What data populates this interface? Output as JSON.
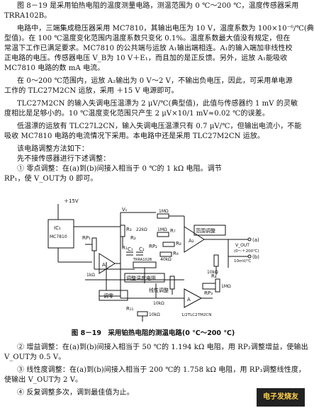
{
  "paragraphs": [
    "图 8－19 是采用铂热电阻的温度测量电路，测温范围为 0 ℃～200 ℃，温度传感器采用",
    "TRRA102B。",
    "电路中，三端集成稳压器采用 MC7810，其输出电压为 10 V，温度系数为 100×10⁻⁶/℃(典",
    "型值)。在 100 ℃温度变化范围内温度系数只变化 0.1%。温度系数最大值没有规定，但在",
    "常温下工作已满足要求。MC7810 的公共端与运放 A₁输出端相连。A₁的输入端加非线性校",
    "正电路的电压。传感器电压 V_B为 10 V＋E₁，而且加的是正反馈。另外，运放 A₁能吸收",
    "MC7810 电路的数 mA 电流。",
    "在 0～200 ℃范围内，运放 A₂输出为 0 V～2 V，不输出负电压，因此，可采用单电源",
    "工作的 TLC27M2CN 运放，采用 ＋15 V 电源即可。",
    "TLC27M2CN 的输入失调电压温漂为 2 μV/℃(典型值)，此值与传感器约 1 mV 的灵敏",
    "度相比是足够小的。10 ℃温度变化范围只产生 2 μV×10/1 mV≈0.02 ℃的误差。",
    "低温漂的运放有 TLC27L2CN，输入失调电压温漂只有 0.7 μV/℃，但输出电流小，不能",
    "吸收 MC7810 电路的电流情况下采用。本电路中还是采用 TLC27M2CN 运放。",
    "该电路调整方法如下：",
    "先不接传感器进行下述调整：",
    "① 零点调整：在(a)到(b)间接入相当于 0 ℃的 1 kΩ 电阻。调节",
    "RP₁，使 V_OUT为 0 即可。"
  ],
  "paragraphs_after": [
    "② 增益调整：在(a)到(b)间接入相当于 50 ℃的 1.194 kΩ 电阻，用 RP₂调整增益，使输出",
    "V_OUT为 0.5 V。",
    "③ 线性度调整：在(a)到(b)间接入相当于 200 ℃的 1.758 kΩ 电阻，用 RP₃调整线性度，",
    "使输出 V_OUT为 2 V。",
    "④ 反复调整多次，调到最佳值为止。"
  ],
  "figure": {
    "caption": "图 8－19　采用铂热电阻的测温电路(0 ℃～200 ℃)",
    "labels": {
      "supply": "＋15V",
      "ic": "IC₁",
      "ic_part": "MC7810",
      "vs": "Vₛ",
      "r3": "R₃",
      "r3v": "22kΩ",
      "r1": "R₁",
      "r2": "R₂",
      "rp1": "RP₁",
      "c1": "C₁",
      "c2": "C₂",
      "r1v": "1kΩ",
      "a1": "A₁",
      "a2": "A₂",
      "sensor": "TRRA102B",
      "r5": "1MΩ",
      "r6": "1MΩ",
      "r7": "R₇",
      "r8": "R₈",
      "r9": "R₉",
      "rp2": "RP₂",
      "r9v": "40kΩ",
      "r10": "10kΩ",
      "range": "范围调整",
      "out1": "V_OUT",
      "out2": "(0～＋200℃)",
      "out3": "10mV/℃",
      "temp": "调整温度电阻",
      "lin": "线性调整",
      "zero": "调零",
      "r4": "R₄",
      "r4v": "1MΩ",
      "rp3": "RP₃",
      "a3": "A",
      "a3part": "1/2TLC27M2CN",
      "r11": "R₁₁",
      "r11v": "10kΩ",
      "r12": "10kΩ",
      "a": "(a)",
      "b": "(b)"
    }
  },
  "watermark": "电子发烧友"
}
